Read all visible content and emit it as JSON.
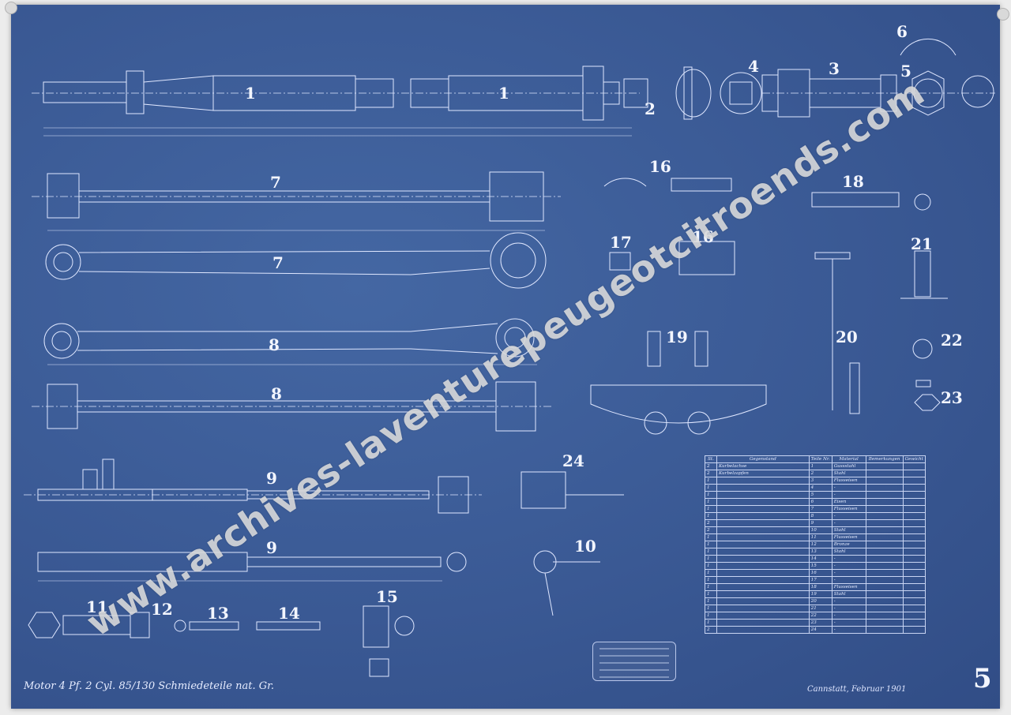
{
  "sheet": {
    "title": "Motor 4 Pf. 2 Cyl. 85/130 Schmiedeteile nat. Gr.",
    "signature": "Cannstatt, Februar 1901",
    "sheet_number": "5"
  },
  "watermark": "www.archives-laventurepeugeotcitroends.com",
  "part_numbers": [
    "1",
    "1",
    "2",
    "3",
    "4",
    "5",
    "6",
    "7",
    "7",
    "8",
    "8",
    "9",
    "9",
    "10",
    "11",
    "12",
    "13",
    "14",
    "15",
    "16",
    "16",
    "17",
    "18",
    "19",
    "20",
    "21",
    "22",
    "23",
    "24"
  ],
  "parts_table": {
    "headers": [
      "St.",
      "Gegenstand",
      "Teile Nr.",
      "Material",
      "Bemerkungen",
      "Gewicht"
    ],
    "rows": [
      [
        "2",
        "Kurbelachse",
        "1",
        "Gussstahl",
        "",
        ""
      ],
      [
        "2",
        "Kurbelzapfen",
        "2",
        "Stahl",
        "",
        ""
      ],
      [
        "1",
        "",
        "3",
        "Flusseisen",
        "",
        ""
      ],
      [
        "1",
        "",
        "4",
        "-",
        "",
        ""
      ],
      [
        "1",
        "",
        "5",
        "-",
        "",
        ""
      ],
      [
        "1",
        "",
        "6",
        "Eisen",
        "",
        ""
      ],
      [
        "1",
        "",
        "7",
        "Flusseisen",
        "",
        ""
      ],
      [
        "1",
        "",
        "8",
        "-",
        "",
        ""
      ],
      [
        "2",
        "",
        "9",
        "-",
        "",
        ""
      ],
      [
        "2",
        "",
        "10",
        "Stahl",
        "",
        ""
      ],
      [
        "1",
        "",
        "11",
        "Flusseisen",
        "",
        ""
      ],
      [
        "1",
        "",
        "12",
        "Bronze",
        "",
        ""
      ],
      [
        "1",
        "",
        "13",
        "Stahl",
        "",
        ""
      ],
      [
        "1",
        "",
        "14",
        "-",
        "",
        ""
      ],
      [
        "1",
        "",
        "15",
        "-",
        "",
        ""
      ],
      [
        "1",
        "",
        "16",
        "-",
        "",
        ""
      ],
      [
        "1",
        "",
        "17",
        "-",
        "",
        ""
      ],
      [
        "1",
        "",
        "18",
        "Flusseisen",
        "",
        ""
      ],
      [
        "1",
        "",
        "19",
        "Stahl",
        "",
        ""
      ],
      [
        "1",
        "",
        "20",
        "-",
        "",
        ""
      ],
      [
        "1",
        "",
        "21",
        "-",
        "",
        ""
      ],
      [
        "1",
        "",
        "22",
        "-",
        "",
        ""
      ],
      [
        "1",
        "",
        "23",
        "-",
        "",
        ""
      ],
      [
        "2",
        "",
        "24",
        "-",
        "",
        ""
      ]
    ]
  },
  "colors": {
    "paper": "#3c5c97",
    "ink": "#e8eeff",
    "watermark": "#e1e1e1"
  }
}
